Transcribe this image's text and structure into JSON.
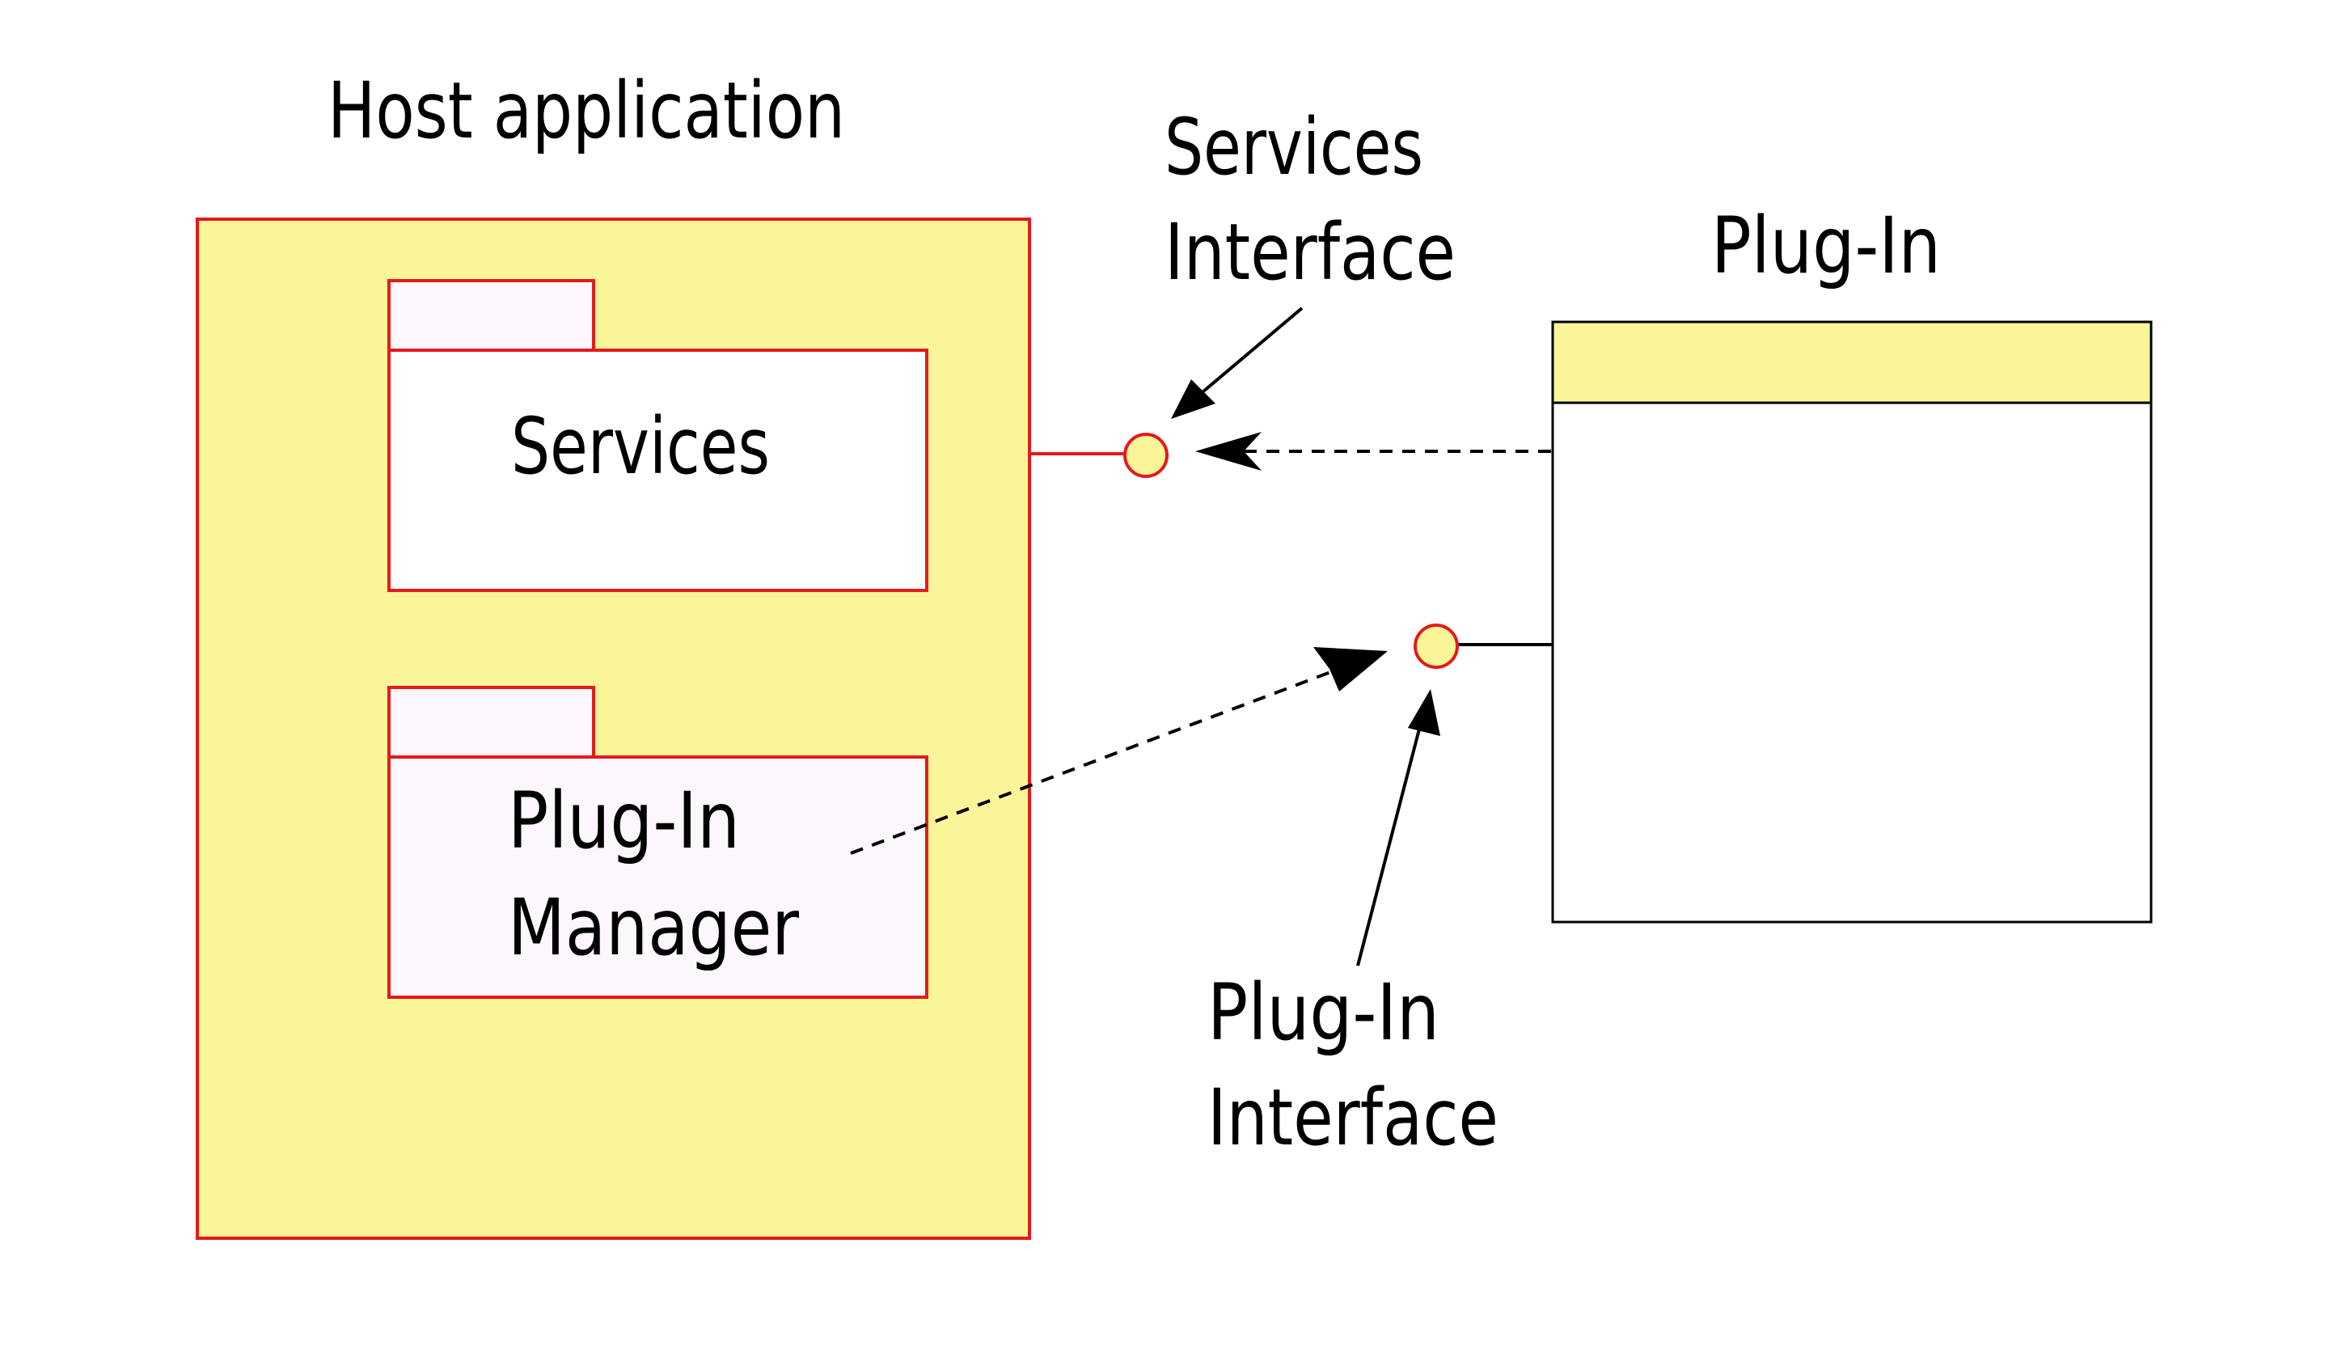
{
  "diagram": {
    "host_application": {
      "title": "Host application",
      "packages": {
        "services": {
          "label": "Services"
        },
        "plugin_manager": {
          "label_line1": "Plug-In",
          "label_line2": "Manager"
        }
      }
    },
    "services_interface": {
      "label_line1": "Services",
      "label_line2": "Interface"
    },
    "plugin": {
      "title": "Plug-In"
    },
    "plugin_interface": {
      "label_line1": "Plug-In",
      "label_line2": "Interface"
    },
    "colors": {
      "host_fill": "#fbf59a",
      "host_stroke": "#e41a1c",
      "package_fill_services": "#ffffff",
      "package_fill_manager": "#fcf6fd",
      "interface_fill": "#fbf59a",
      "interface_stroke": "#e41a1c",
      "plugin_header_fill": "#fbf59a",
      "plugin_stroke": "#000000",
      "arrow_color": "#000000"
    }
  }
}
